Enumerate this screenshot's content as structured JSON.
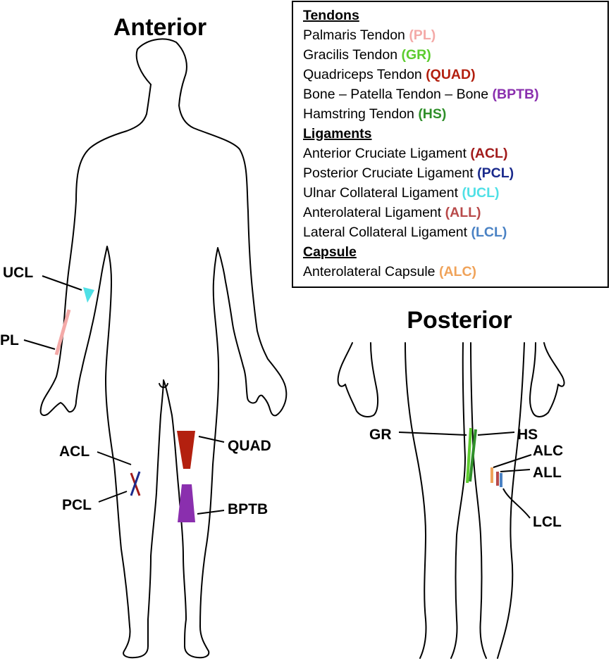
{
  "titles": {
    "anterior": "Anterior",
    "posterior": "Posterior"
  },
  "legend": {
    "sections": [
      {
        "heading": "Tendons",
        "items": [
          {
            "name": "Palmaris Tendon",
            "abbr": "(PL)",
            "color": "#f4aaa8"
          },
          {
            "name": "Gracilis Tendon",
            "abbr": "(GR)",
            "color": "#5ccc2e"
          },
          {
            "name": "Quadriceps Tendon",
            "abbr": "(QUAD)",
            "color": "#b3200f"
          },
          {
            "name": "Bone – Patella Tendon – Bone",
            "abbr": "(BPTB)",
            "color": "#8a2fae"
          },
          {
            "name": "Hamstring Tendon",
            "abbr": "(HS)",
            "color": "#2f8f2a"
          }
        ]
      },
      {
        "heading": "Ligaments",
        "items": [
          {
            "name": "Anterior Cruciate Ligament",
            "abbr": "(ACL)",
            "color": "#a11a1a"
          },
          {
            "name": "Posterior Cruciate Ligament",
            "abbr": "(PCL)",
            "color": "#1a2a8c"
          },
          {
            "name": "Ulnar Collateral Ligament",
            "abbr": "(UCL)",
            "color": "#4fe0e6"
          },
          {
            "name": "Anterolateral Ligament",
            "abbr": "(ALL)",
            "color": "#b84a4a"
          },
          {
            "name": "Lateral Collateral Ligament",
            "abbr": "(LCL)",
            "color": "#4a82c4"
          }
        ]
      },
      {
        "heading": "Capsule",
        "items": [
          {
            "name": "Anterolateral Capsule",
            "abbr": "(ALC)",
            "color": "#f0a35a"
          }
        ]
      }
    ]
  },
  "callouts": {
    "ucl": "UCL",
    "pl": "PL",
    "acl": "ACL",
    "pcl": "PCL",
    "quad": "QUAD",
    "bptb": "BPTB",
    "gr": "GR",
    "hs": "HS",
    "alc": "ALC",
    "all": "ALL",
    "lcl": "LCL"
  },
  "colors": {
    "ucl": "#4fe0e6",
    "pl": "#f4aaa8",
    "acl": "#a11a1a",
    "pcl": "#1a2a8c",
    "quad": "#b3200f",
    "bptb": "#8a2fae",
    "gr": "#5ccc2e",
    "hs": "#2f8f2a",
    "alc": "#f0a35a",
    "all": "#b84a4a",
    "lcl": "#4a82c4"
  }
}
